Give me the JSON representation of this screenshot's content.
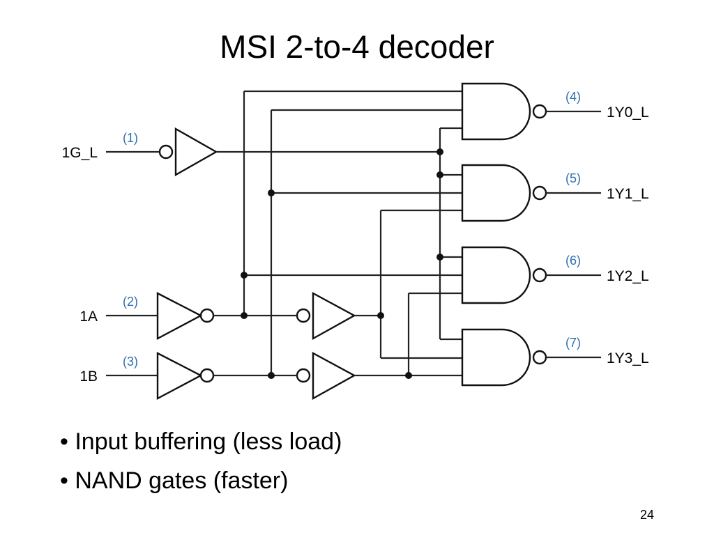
{
  "slide": {
    "title": "MSI 2-to-4 decoder",
    "bullets": [
      "Input buffering (less load)",
      "NAND gates (faster)"
    ],
    "page_number": "24"
  },
  "diagram": {
    "inputs": [
      {
        "label": "1G_L",
        "pin": "(1)"
      },
      {
        "label": "1A",
        "pin": "(2)"
      },
      {
        "label": "1B",
        "pin": "(3)"
      }
    ],
    "outputs": [
      {
        "label": "1Y0_L",
        "pin": "(4)"
      },
      {
        "label": "1Y1_L",
        "pin": "(5)"
      },
      {
        "label": "1Y2_L",
        "pin": "(6)"
      },
      {
        "label": "1Y3_L",
        "pin": "(7)"
      }
    ],
    "colors": {
      "pin_number": "#2e6fb0",
      "wire": "#222222"
    }
  }
}
